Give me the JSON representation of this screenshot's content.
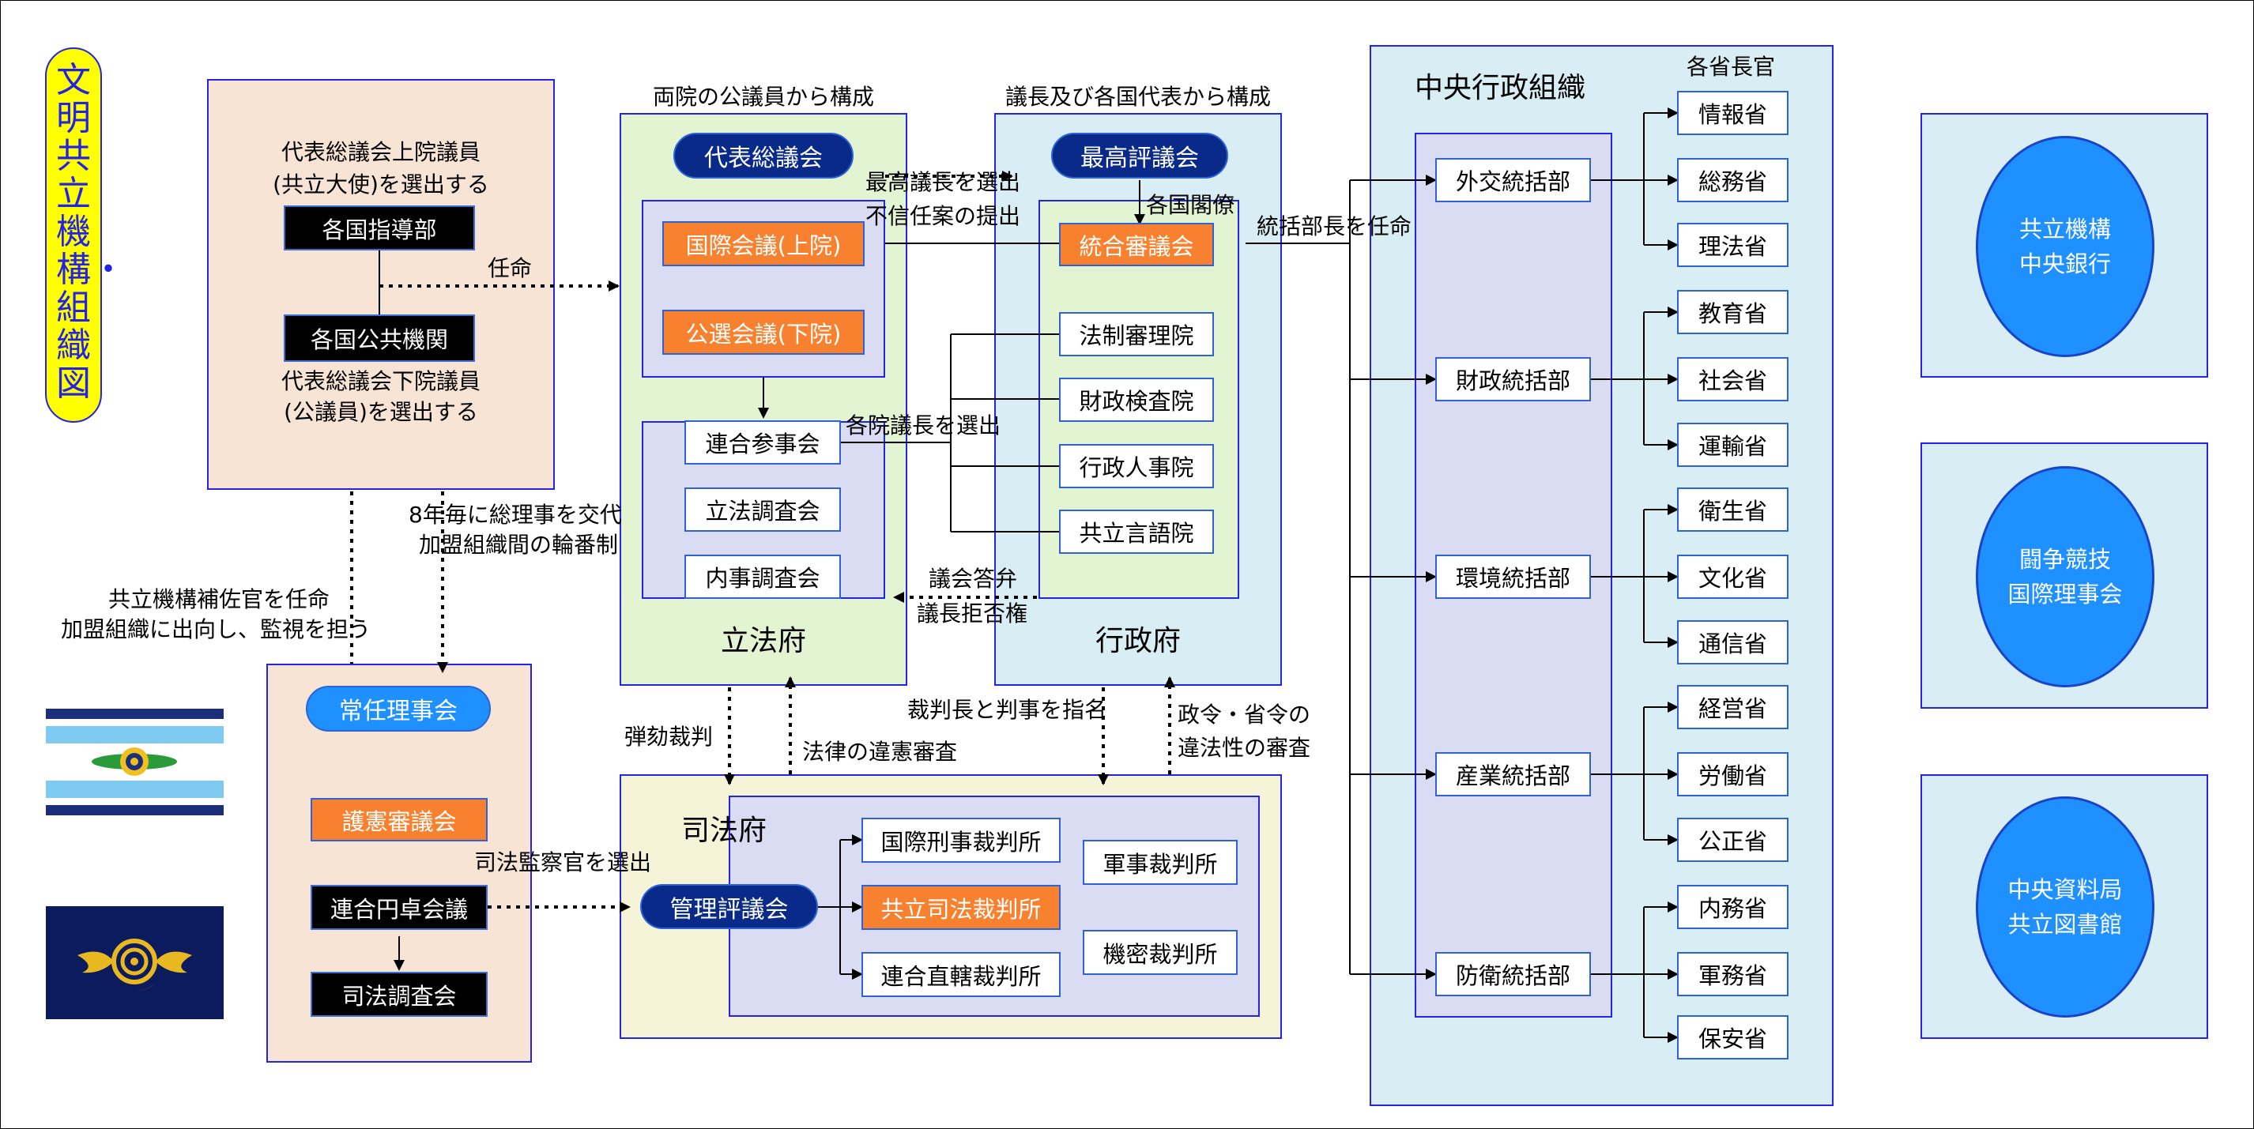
{
  "title": "文明共立機構・組織図",
  "left": {
    "upper_caption_1": "代表総議会上院議員",
    "upper_caption_2": "(共立大使)を選出する",
    "leaders": "各国指導部",
    "public_bodies": "各国公共機関",
    "lower_caption_1": "代表総議会下院議員",
    "lower_caption_2": "(公議員)を選出する",
    "appoint": "任命",
    "rotation_1": "8年毎に総理事を交代",
    "rotation_2": "加盟組織間の輪番制",
    "aide_1": "共立機構補佐官を任命",
    "aide_2": "加盟組織に出向し、監視を担う"
  },
  "standing": {
    "title": "常任理事会",
    "constitution": "護憲審議会",
    "roundtable": "連合円卓会議",
    "judicial_research": "司法調査会",
    "select_inspector": "司法監察官を選出"
  },
  "legislature": {
    "header": "両院の公議員から構成",
    "assembly": "代表総議会",
    "upper": "国際会議(上院)",
    "lower": "公選会議(下院)",
    "joint": "連合参事会",
    "legis_research": "立法調査会",
    "internal_research": "内事調査会",
    "label": "立法府"
  },
  "executive": {
    "header": "議長及び各国代表から構成",
    "council": "最高評議会",
    "cabinet": "各国閣僚",
    "integrated": "統合審議会",
    "offices": [
      "法制審理院",
      "財政検査院",
      "行政人事院",
      "共立言語院"
    ],
    "label": "行政府"
  },
  "links": {
    "elect_chair": "最高議長を選出",
    "no_confidence": "不信任案の提出",
    "elect_house_chairs": "各院議長を選出",
    "defense_1": "議会答弁",
    "defense_2": "議長拒否権",
    "appoint_heads": "統括部長を任命",
    "impeach": "弾劾裁判",
    "review_law": "法律の違憲審査",
    "nominate_judges": "裁判長と判事を指名",
    "decree_1": "政令・省令の",
    "decree_2": "違法性の審査"
  },
  "judiciary": {
    "label": "司法府",
    "management": "管理評議会",
    "courts": [
      "国際刑事裁判所",
      "共立司法裁判所",
      "連合直轄裁判所"
    ],
    "military": "軍事裁判所",
    "secret": "機密裁判所"
  },
  "central": {
    "title": "中央行政組織",
    "ministers_header": "各省長官",
    "departments": [
      {
        "name": "外交統括部",
        "ministries": [
          "情報省",
          "総務省",
          "理法省"
        ]
      },
      {
        "name": "財政統括部",
        "ministries": [
          "教育省",
          "社会省",
          "運輸省"
        ]
      },
      {
        "name": "環境統括部",
        "ministries": [
          "衛生省",
          "文化省",
          "通信省"
        ]
      },
      {
        "name": "産業統括部",
        "ministries": [
          "経営省",
          "労働省",
          "公正省"
        ]
      },
      {
        "name": "防衛統括部",
        "ministries": [
          "内務省",
          "軍務省",
          "保安省"
        ]
      }
    ]
  },
  "right": {
    "bank_1": "共立機構",
    "bank_2": "中央銀行",
    "combat_1": "闘争競技",
    "combat_2": "国際理事会",
    "archive_1": "中央資料局",
    "archive_2": "共立図書館"
  },
  "colors": {
    "peach": "#f7e4d4",
    "green": "#e3f4d3",
    "lightblue": "#d8eef4",
    "lavender": "#dadcf4",
    "cream": "#f6f4d8",
    "orange": "#f7812e",
    "navy": "#0a2a8a",
    "blue": "#1e90ff",
    "border": "#2424e6",
    "yellow": "#ffff00"
  }
}
